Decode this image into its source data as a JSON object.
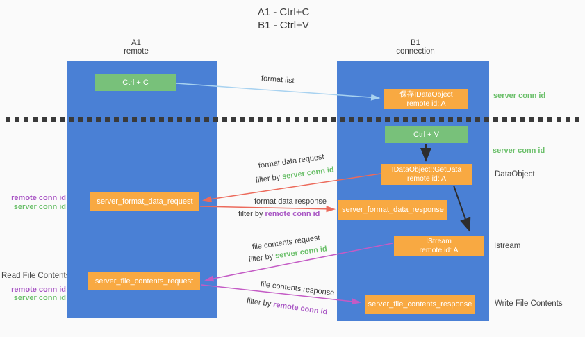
{
  "title": {
    "line1": "A1 - Ctrl+C",
    "line2": "B1 - Ctrl+V"
  },
  "lanes": {
    "left": {
      "name": "A1",
      "role": "remote"
    },
    "right": {
      "name": "B1",
      "role": "connection"
    }
  },
  "nodes": {
    "ctrl_c": {
      "label": "Ctrl + C"
    },
    "save_idataobject": {
      "line1": "保存IDataObject",
      "line2": "remote id: A"
    },
    "ctrl_v": {
      "label": "Ctrl + V"
    },
    "idataobject_getdata": {
      "line1": "IDataObject::GetData",
      "line2": "remote id: A"
    },
    "server_format_data_request": {
      "label": "server_format_data_request"
    },
    "server_format_data_response": {
      "label": "server_format_data_response"
    },
    "istream": {
      "line1": "IStream",
      "line2": "remote id: A"
    },
    "server_file_contents_request": {
      "label": "server_file_contents_request"
    },
    "server_file_contents_response": {
      "label": "server_file_contents_response"
    }
  },
  "flow_labels": {
    "format_list": "format list",
    "format_data_request": "format data request",
    "format_data_response": "format data response",
    "file_contents_request": "file contents request",
    "file_contents_response": "file contents response",
    "filter_by": "filter by",
    "server_conn_id": "server conn id",
    "remote_conn_id": "remote conn id"
  },
  "annotations": {
    "right_server_conn_id_top": "server conn id",
    "right_server_conn_id_mid": "server conn id",
    "right_dataobject": "DataObject",
    "right_istream": "Istream",
    "right_write_file_contents": "Write File Contents",
    "left_remote_conn_id_format": "remote conn id",
    "left_server_conn_id_format": "server conn id",
    "left_read_file_contents": "Read File Contents",
    "left_remote_conn_id_file": "remote conn id",
    "left_server_conn_id_file": "server conn id"
  },
  "colors": {
    "lane_blue": "#4a80d5",
    "green_box": "#78c17a",
    "orange_box": "#f8a942",
    "arrow_blue": "#a8d2f0",
    "arrow_black": "#2d2d2d",
    "arrow_salmon": "#ec6a5b",
    "arrow_magenta": "#c45bc5",
    "text_green": "#6abf69",
    "text_purple": "#a855c4",
    "text_dark": "#3a3a3a",
    "background": "#fafafa"
  }
}
